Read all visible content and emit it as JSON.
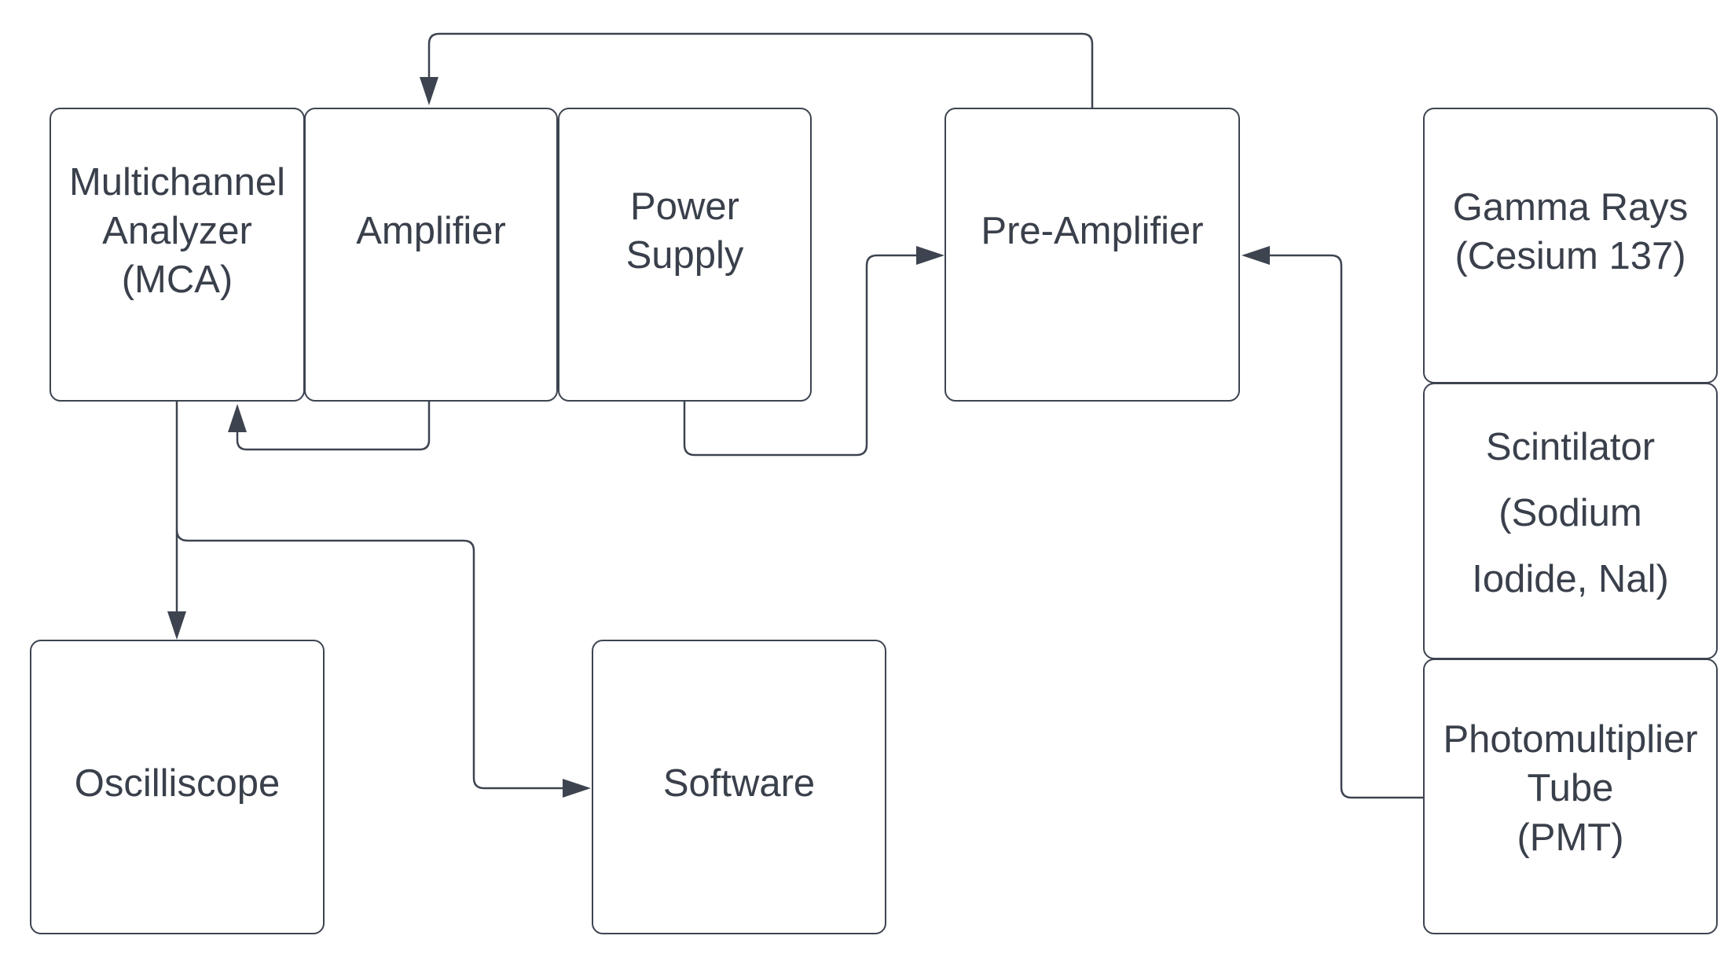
{
  "colors": {
    "stroke": "#3d4450",
    "text": "#3a404b",
    "background": "#ffffff"
  },
  "boxes": {
    "mca": "Multichannel\nAnalyzer\n(MCA)",
    "amplifier": "Amplifier",
    "power_supply": "Power\nSupply",
    "pre_amplifier": "Pre-Amplifier",
    "gamma_rays": "Gamma Rays\n(Cesium 137)",
    "scintillator": "Scintilator\n(Sodium\nIodide, Nal)",
    "pmt": "Photomultiplier\nTube\n(PMT)",
    "oscilloscope": "Oscilliscope",
    "software": "Software"
  },
  "connections": [
    {
      "from": "pre_amplifier",
      "to": "amplifier"
    },
    {
      "from": "amplifier",
      "to": "mca"
    },
    {
      "from": "power_supply",
      "to": "pre_amplifier"
    },
    {
      "from": "pmt",
      "to": "pre_amplifier"
    },
    {
      "from": "mca",
      "to": "oscilloscope"
    },
    {
      "from": "mca",
      "to": "software"
    }
  ]
}
